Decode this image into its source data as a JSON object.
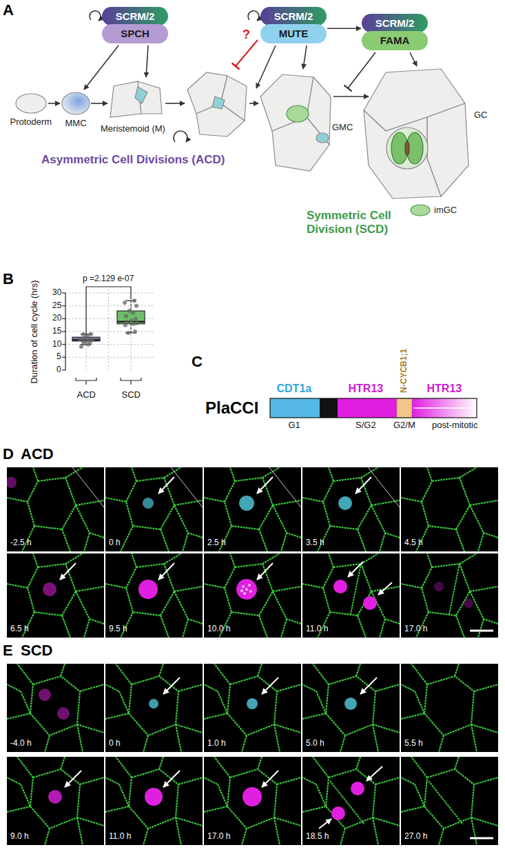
{
  "diagram": {
    "nodes": [
      {
        "text": [
          "SCRM/2",
          "SPCH"
        ]
      },
      {
        "text": [
          "SCRM/2",
          "MUTE"
        ]
      },
      {
        "text": [
          "SCRM/2",
          "FAMA"
        ]
      }
    ],
    "edges": [
      {
        "from": 1,
        "to": 2,
        "arrow": "to"
      }
    ],
    "labels": [
      "A",
      "Protoderm",
      "MMC",
      "Meristemoid (M)",
      "GMC",
      "GC",
      "imGC",
      "?",
      "Asymmetric Cell Divisions (ACD)",
      "Symmetric Cell Division (SCD)",
      "B",
      "p =2.129 e-07",
      "Duration of cell cycle (hrs)",
      "30",
      "25",
      "20",
      "15",
      "10",
      "5",
      "0",
      "ACD",
      "SCD",
      "C",
      "PlaCCI",
      "CDT1a",
      "HTR13",
      "N-CYCB1;1",
      "HTR13",
      "G1",
      "S/G2",
      "G2/M",
      "post-mitotic",
      "D",
      "ACD",
      "-2.5 h",
      "0 h",
      "2.5 h",
      "3.5 h",
      "4.5 h",
      "6.5 h",
      "9.5 h",
      "10.0 h",
      "11.0 h",
      "17.0 h",
      "E",
      "SCD",
      "-4.0 h",
      "0 h",
      "1.0 h",
      "5.0 h",
      "5.5 h",
      "9.0 h",
      "11.0 h",
      "17.0 h",
      "18.5 h",
      "27.0 h"
    ]
  }
}
